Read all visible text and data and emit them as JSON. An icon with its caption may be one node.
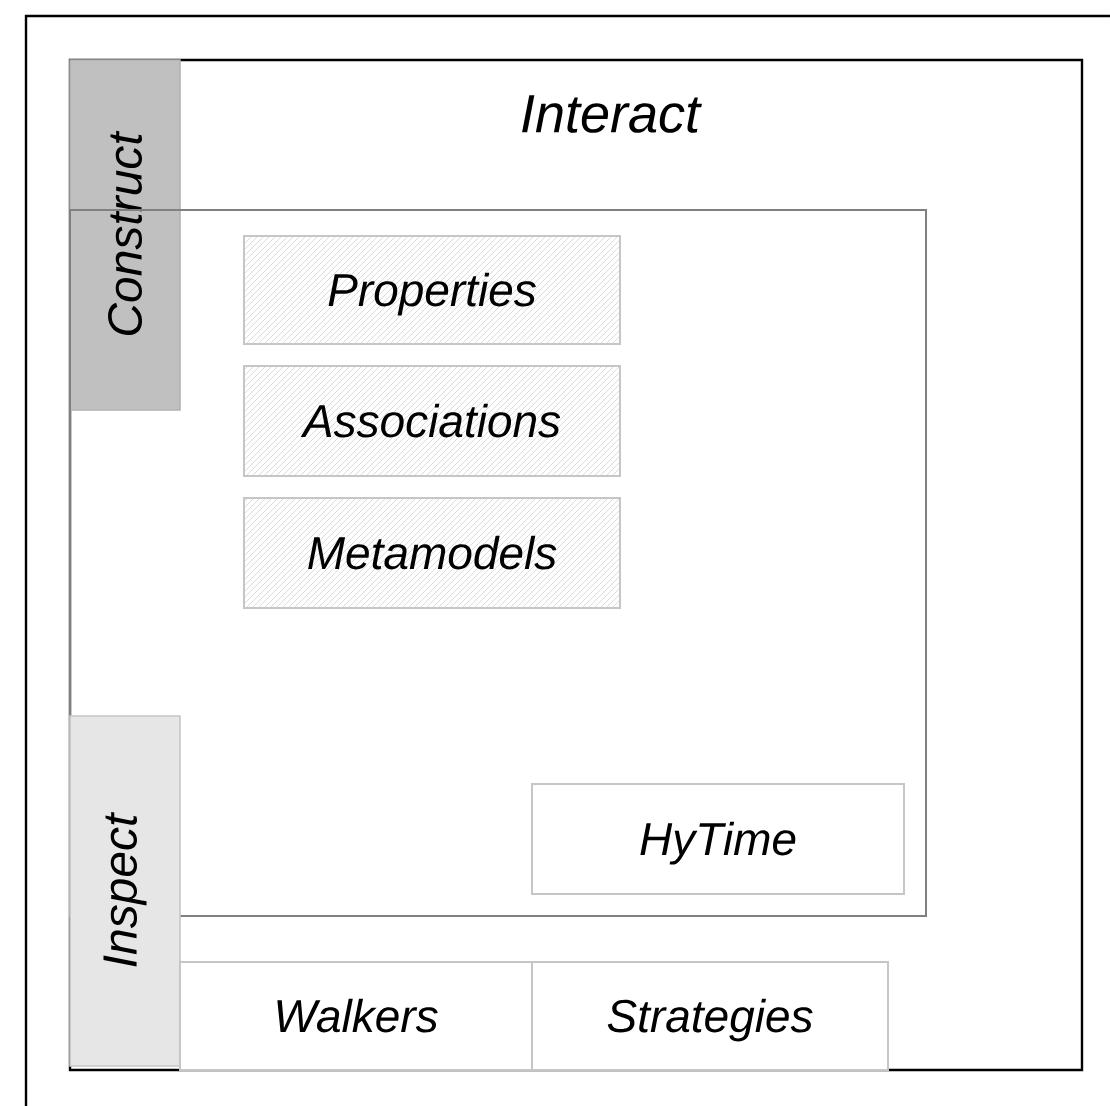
{
  "diagram": {
    "nodes": [
      {
        "text": [
          "Interact"
        ]
      },
      {
        "text": [
          "Construct"
        ],
        "in": 0
      },
      {
        "text": [],
        "shape": "box",
        "in": 0
      },
      {
        "text": [
          "Properties"
        ],
        "in": 2
      },
      {
        "text": [
          "Associations"
        ],
        "in": 2
      },
      {
        "text": [
          "Metamodels"
        ],
        "in": 2
      },
      {
        "text": [
          "HyTime"
        ],
        "in": 2
      },
      {
        "text": [
          "Inspect"
        ],
        "in": 0
      },
      {
        "text": [
          "Walkers"
        ],
        "in": 0
      },
      {
        "text": [
          "Strategies"
        ],
        "in": 0
      }
    ]
  }
}
